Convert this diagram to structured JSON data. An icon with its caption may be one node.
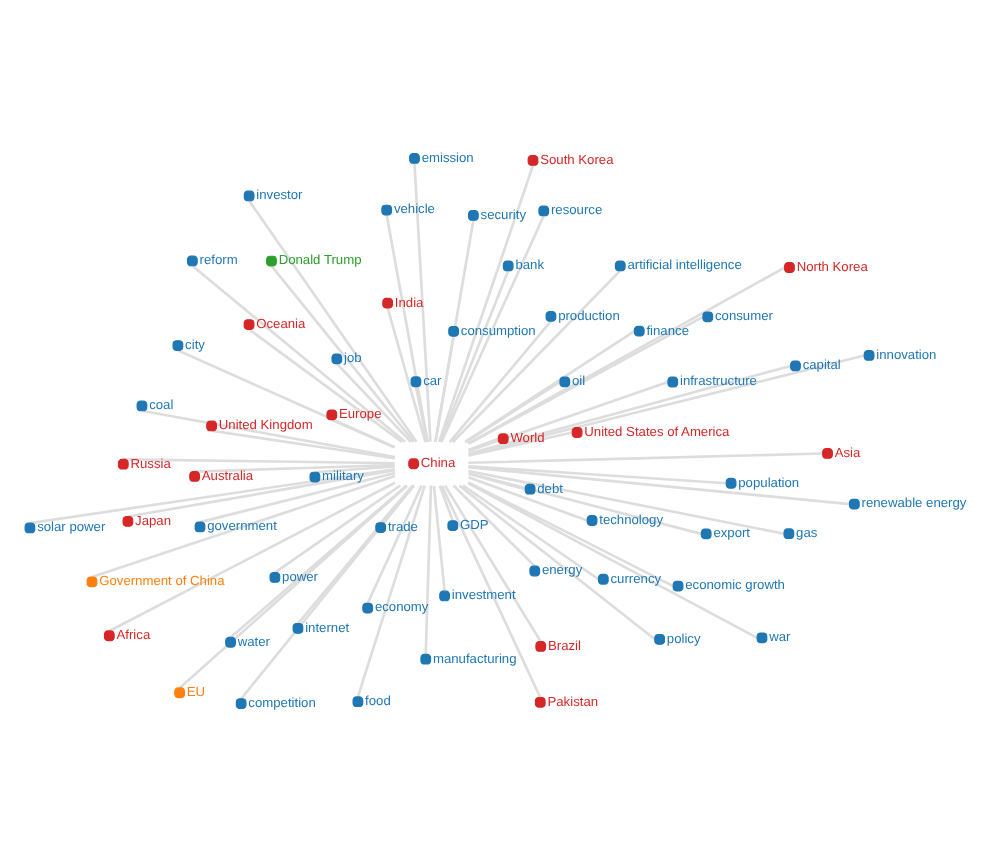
{
  "diagram": {
    "nodes": [
      {
        "text": [
          "Russia"
        ]
      },
      {
        "text": [
          "gas"
        ]
      },
      {
        "text": [
          "food"
        ]
      },
      {
        "text": [
          "vehicle"
        ]
      },
      {
        "text": [
          "export"
        ]
      },
      {
        "text": [
          "Japan"
        ]
      },
      {
        "text": [
          "competition"
        ]
      },
      {
        "text": [
          "energy"
        ]
      },
      {
        "text": [
          "internet"
        ]
      },
      {
        "text": [
          "investment"
        ]
      },
      {
        "text": [
          "Pakistan"
        ]
      },
      {
        "text": [
          "Australia"
        ]
      },
      {
        "text": [
          "Asia"
        ]
      },
      {
        "text": [
          "capital"
        ]
      },
      {
        "text": [
          "consumption"
        ]
      },
      {
        "text": [
          "economy"
        ]
      },
      {
        "text": [
          "war"
        ]
      },
      {
        "text": [
          "job"
        ]
      },
      {
        "text": [
          "military"
        ]
      },
      {
        "text": [
          "Oceania"
        ]
      },
      {
        "text": [
          "GDP"
        ]
      },
      {
        "text": [
          "power"
        ]
      },
      {
        "text": [
          "artificial intelligence"
        ]
      },
      {
        "text": [
          "bank"
        ]
      },
      {
        "text": [
          "car"
        ]
      },
      {
        "text": [
          "policy"
        ]
      },
      {
        "text": [
          "debt"
        ]
      },
      {
        "text": [
          "solar power"
        ]
      },
      {
        "text": [
          "China"
        ]
      },
      {
        "text": [
          "population"
        ]
      },
      {
        "text": [
          "World"
        ]
      },
      {
        "text": [
          "currency"
        ]
      },
      {
        "text": [
          "water"
        ]
      },
      {
        "text": [
          "United Kingdom"
        ]
      },
      {
        "text": [
          "production"
        ]
      },
      {
        "text": [
          "manufacturing"
        ]
      },
      {
        "text": [
          "innovation"
        ]
      },
      {
        "text": [
          "oil"
        ]
      },
      {
        "text": [
          "trade"
        ]
      },
      {
        "text": [
          "government"
        ]
      },
      {
        "text": [
          "Europe"
        ]
      },
      {
        "text": [
          "India"
        ]
      },
      {
        "text": [
          "city"
        ]
      },
      {
        "text": [
          "finance"
        ]
      },
      {
        "text": [
          "renewable energy"
        ]
      },
      {
        "text": [
          "Government of China"
        ]
      },
      {
        "text": [
          "technology"
        ]
      },
      {
        "text": [
          "economic growth"
        ]
      },
      {
        "text": [
          "infrastructure"
        ]
      },
      {
        "text": [
          "United States of America"
        ]
      },
      {
        "text": [
          "coal"
        ]
      },
      {
        "text": [
          "consumer"
        ]
      },
      {
        "text": [
          "South Korea"
        ]
      },
      {
        "text": [
          "security"
        ]
      },
      {
        "text": [
          "resource"
        ]
      },
      {
        "text": [
          "Brazil"
        ]
      },
      {
        "text": [
          "EU"
        ]
      },
      {
        "text": [
          "Donald Trump"
        ]
      },
      {
        "text": [
          "North Korea"
        ]
      },
      {
        "text": [
          "reform"
        ]
      },
      {
        "text": [
          "investor"
        ]
      },
      {
        "text": [
          "emission"
        ]
      },
      {
        "text": [
          "Africa"
        ]
      }
    ],
    "edges": [
      {
        "from": 28,
        "to": 0,
        "arrow": "none"
      },
      {
        "from": 28,
        "to": 1,
        "arrow": "none"
      },
      {
        "from": 28,
        "to": 2,
        "arrow": "none"
      },
      {
        "from": 28,
        "to": 3,
        "arrow": "none"
      },
      {
        "from": 28,
        "to": 4,
        "arrow": "none"
      },
      {
        "from": 28,
        "to": 5,
        "arrow": "none"
      },
      {
        "from": 28,
        "to": 6,
        "arrow": "none"
      },
      {
        "from": 28,
        "to": 7,
        "arrow": "none"
      },
      {
        "from": 28,
        "to": 8,
        "arrow": "none"
      },
      {
        "from": 28,
        "to": 9,
        "arrow": "none"
      },
      {
        "from": 28,
        "to": 10,
        "arrow": "none"
      },
      {
        "from": 28,
        "to": 11,
        "arrow": "none"
      },
      {
        "from": 28,
        "to": 12,
        "arrow": "none"
      },
      {
        "from": 28,
        "to": 13,
        "arrow": "none"
      },
      {
        "from": 28,
        "to": 14,
        "arrow": "none"
      },
      {
        "from": 28,
        "to": 15,
        "arrow": "none"
      },
      {
        "from": 28,
        "to": 16,
        "arrow": "none"
      },
      {
        "from": 28,
        "to": 17,
        "arrow": "none"
      },
      {
        "from": 28,
        "to": 18,
        "arrow": "none"
      },
      {
        "from": 28,
        "to": 19,
        "arrow": "none"
      },
      {
        "from": 28,
        "to": 20,
        "arrow": "none"
      },
      {
        "from": 28,
        "to": 21,
        "arrow": "none"
      },
      {
        "from": 28,
        "to": 22,
        "arrow": "none"
      },
      {
        "from": 28,
        "to": 23,
        "arrow": "none"
      },
      {
        "from": 28,
        "to": 24,
        "arrow": "none"
      },
      {
        "from": 28,
        "to": 25,
        "arrow": "none"
      },
      {
        "from": 28,
        "to": 26,
        "arrow": "none"
      },
      {
        "from": 28,
        "to": 27,
        "arrow": "none"
      },
      {
        "from": 28,
        "to": 29,
        "arrow": "none"
      },
      {
        "from": 28,
        "to": 30,
        "arrow": "none"
      },
      {
        "from": 28,
        "to": 31,
        "arrow": "none"
      },
      {
        "from": 28,
        "to": 32,
        "arrow": "none"
      },
      {
        "from": 28,
        "to": 33,
        "arrow": "none"
      },
      {
        "from": 28,
        "to": 34,
        "arrow": "none"
      },
      {
        "from": 28,
        "to": 35,
        "arrow": "none"
      },
      {
        "from": 28,
        "to": 36,
        "arrow": "none"
      },
      {
        "from": 28,
        "to": 37,
        "arrow": "none"
      },
      {
        "from": 28,
        "to": 38,
        "arrow": "none"
      },
      {
        "from": 28,
        "to": 39,
        "arrow": "none"
      },
      {
        "from": 28,
        "to": 40,
        "arrow": "none"
      },
      {
        "from": 28,
        "to": 41,
        "arrow": "none"
      },
      {
        "from": 28,
        "to": 42,
        "arrow": "none"
      },
      {
        "from": 28,
        "to": 43,
        "arrow": "none"
      },
      {
        "from": 28,
        "to": 44,
        "arrow": "none"
      },
      {
        "from": 28,
        "to": 45,
        "arrow": "none"
      },
      {
        "from": 28,
        "to": 46,
        "arrow": "none"
      },
      {
        "from": 28,
        "to": 47,
        "arrow": "none"
      },
      {
        "from": 28,
        "to": 48,
        "arrow": "none"
      },
      {
        "from": 28,
        "to": 49,
        "arrow": "none"
      },
      {
        "from": 28,
        "to": 50,
        "arrow": "none"
      },
      {
        "from": 28,
        "to": 51,
        "arrow": "none"
      },
      {
        "from": 28,
        "to": 52,
        "arrow": "none"
      },
      {
        "from": 28,
        "to": 53,
        "arrow": "none"
      },
      {
        "from": 28,
        "to": 54,
        "arrow": "none"
      },
      {
        "from": 28,
        "to": 55,
        "arrow": "none"
      },
      {
        "from": 28,
        "to": 56,
        "arrow": "none"
      },
      {
        "from": 28,
        "to": 57,
        "arrow": "none"
      },
      {
        "from": 28,
        "to": 58,
        "arrow": "none"
      },
      {
        "from": 28,
        "to": 59,
        "arrow": "none"
      },
      {
        "from": 28,
        "to": 60,
        "arrow": "none"
      },
      {
        "from": 28,
        "to": 61,
        "arrow": "none"
      },
      {
        "from": 28,
        "to": 62,
        "arrow": "none"
      }
    ]
  }
}
